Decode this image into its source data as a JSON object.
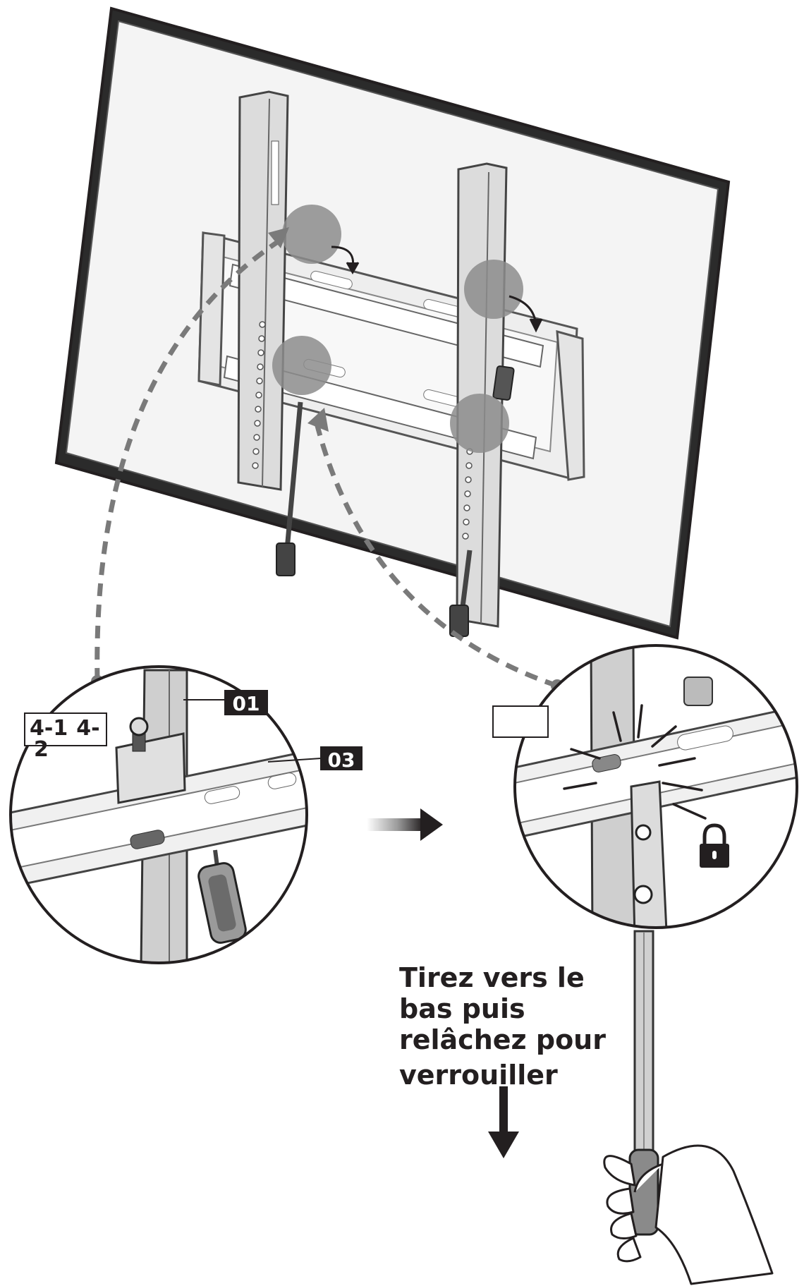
{
  "labels": {
    "step_a": "4-1",
    "step_b": "4-2",
    "part_01": "01",
    "part_03": "03"
  },
  "instruction": {
    "line1": "Tirez vers le",
    "line2": "bas puis",
    "line3": "relâchez pour",
    "line4": "verrouiller"
  },
  "icons": [
    "lock-icon",
    "arrow-right-icon",
    "arrow-down-icon",
    "hand-icon"
  ],
  "colors": {
    "ink": "#231f20",
    "highlight": "#8c8c8c",
    "dashed_leader": "#7a7a7a",
    "screen": "#f4f4f4"
  }
}
